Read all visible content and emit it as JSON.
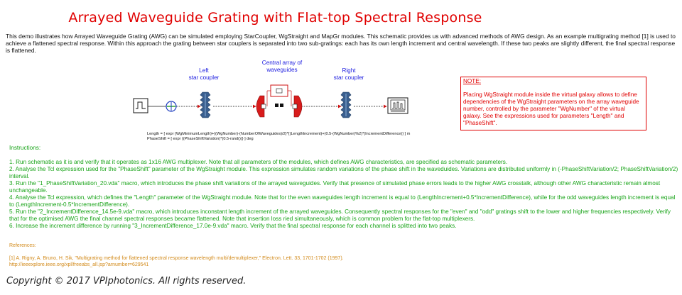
{
  "title": "Arrayed Waveguide Grating with Flat-top Spectral Response",
  "intro": "This demo illustrates how Arrayed Waveguide Grating (AWG) can be simulated employing StarCoupler, WgStraight and MapGr modules. This schematic provides us with advanced methods of AWG design. As an example multigrating method [1] is used to achieve a flattened spectral response. Within this approach the grating between star couplers is separated into two sub-gratings: each has its own length increment and central wavelength. If these two peaks are slightly different, the final spectral response is flattened.",
  "schematic": {
    "left_coupler_label": [
      "Left",
      "star coupler"
    ],
    "central_array_label": [
      "Central array of",
      "waveguides"
    ],
    "right_coupler_label": [
      "Right",
      "star coupler"
    ],
    "length_expr": "Length = [ expr {WgMinimumLength}+{(WgNumber)-(NumberOfWaveguides)/2}*{(LengthIncrement)+(0.5-(WgNumber)%2)*(IncrementDifference)} ] m",
    "phase_expr": "PhaseShift = [ expr {(PhaseShiftVariation)*(0.5-rand())} ] deg"
  },
  "note": {
    "heading": "NOTE:",
    "text": "Placing WgStraight module inside the virtual galaxy allows to define dependencies of the WgStraight parameters on the array waveguide number, controlled by the parameter \"WgNumber\" of the virtual galaxy. See the expressions used for parameters \"Length\" and \"PhaseShift\"."
  },
  "instructions": {
    "heading": "Instructions:",
    "steps": [
      "1. Run schematic as it is and verify that it operates as 1x16 AWG multiplexer. Note that all parameters of the modules, which defines AWG characteristics, are specified as schematic parameters.",
      "2. Analyse the Tcl expression used for the \"PhaseShift\"  parameter of the WgStraight module. This expression simulates random variations of the phase shift in the waveduides. Variations are distributed uniformly in (-PhaseShiftVariation/2; PhaseShiftVariation/2) interval.",
      "3. Run the \"1_PhaseShiftVariation_20.vda\" macro, which introduces the phase shift variations of the arrayed waveguides. Verify that presence of simulated phase errors leads to the higher AWG crosstalk, although other AWG characteristic remain almost unchangeable.",
      "4. Analyse the Tcl expression, which defines the \"Length\" parameter of the WgStraight module. Note that for the even waveguides length increment is equal to (LengthIncrement+0.5*IncrementDifference), while for the odd waveguides length increment is equal to (LengthIncrement-0.5*IncrementDifference).",
      "5. Run the \"2_IncrementDifference_14.5e-9.vda\" macro, which introduces inconstant length increment of the arrayed waveguides. Consequently spectral responses for the \"even\" and \"odd\" gratings shift to the lower and higher frequencies respectively. Verify that for the optimised AWG the final channel spectral responses became flattened. Note that insertion loss ried simultaneously, which is common problem for the flat-top multiplexers.",
      "6. Increase the increment difference by running \"3_IncrementDifference_17.0e-9.vda\" macro. Verify that the final spectral response for each channel is splitted into two peaks."
    ]
  },
  "references": {
    "heading": "References:",
    "items": [
      "[1] A. Rigny, A. Bruno, H. Sik, \"Multigrating method for flattened spectral response wavelength multi/demultiplexer,\" Electron. Lett. 33, 1701-1702 (1997).",
      "http://ieeexplore.ieee.org/xpl/freeabs_all.jsp?arnumber=629541"
    ]
  },
  "copyright": "Copyright © 2017 VPIphotonics. All rights reserved.",
  "colors": {
    "title_red": "#e00000",
    "label_blue": "#1a1adf",
    "instructions_green": "#17a317",
    "references_orange": "#d28a1a",
    "coupler_blue": "#3a5f8f",
    "mapgr_red": "#d81b1b"
  }
}
